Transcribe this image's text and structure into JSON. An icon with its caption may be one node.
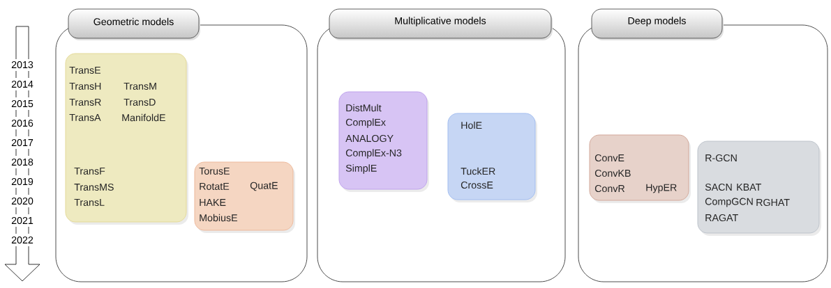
{
  "diagram": {
    "nodes": [
      {
        "text": [
          "Geometric models"
        ]
      },
      {
        "text": [
          "TransE",
          "TransH",
          "TransM",
          "TransR",
          "TransD",
          "TransA",
          "ManifoldE",
          "TransF",
          "TransMS",
          "TransL"
        ],
        "in": 0
      },
      {
        "text": [
          "TorusE",
          "RotatE",
          "QuatE",
          "HAKE",
          "MobiusE"
        ],
        "in": 0
      },
      {
        "text": [
          "Multiplicative models"
        ]
      },
      {
        "text": [
          "DistMult",
          "ComplEx",
          "ANALOGY",
          "ComplEx-N3",
          "SimplE"
        ],
        "in": 3
      },
      {
        "text": [
          "HolE",
          "TuckER",
          "CrossE"
        ],
        "in": 3
      },
      {
        "text": [
          "Deep models"
        ]
      },
      {
        "text": [
          "ConvE",
          "ConvKB",
          "ConvR",
          "HypER"
        ],
        "in": 6
      },
      {
        "text": [
          "R-GCN",
          "SACN",
          "KBAT",
          "CompGCN",
          "RGHAT",
          "RAGAT"
        ],
        "in": 6
      }
    ],
    "labels": [
      "2013",
      "2014",
      "2015",
      "2016",
      "2017",
      "2018",
      "2019",
      "2020",
      "2021",
      "2022"
    ]
  }
}
